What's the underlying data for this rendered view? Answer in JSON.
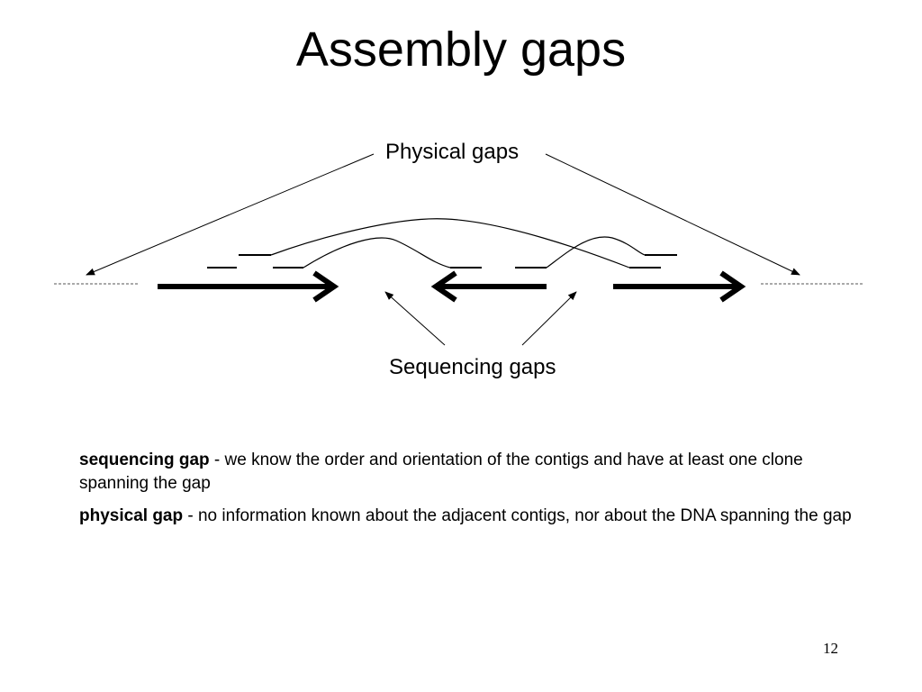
{
  "slide": {
    "title": "Assembly gaps",
    "page_number": "12"
  },
  "diagram": {
    "physical_gaps_label": "Physical gaps",
    "sequencing_gaps_label": "Sequencing gaps"
  },
  "definitions": [
    {
      "term": "sequencing gap",
      "text": " - we know the order and orientation of the contigs and have at least one clone spanning the gap"
    },
    {
      "term": "physical gap",
      "text": " - no information known about the adjacent contigs, nor about the DNA spanning the gap"
    }
  ]
}
